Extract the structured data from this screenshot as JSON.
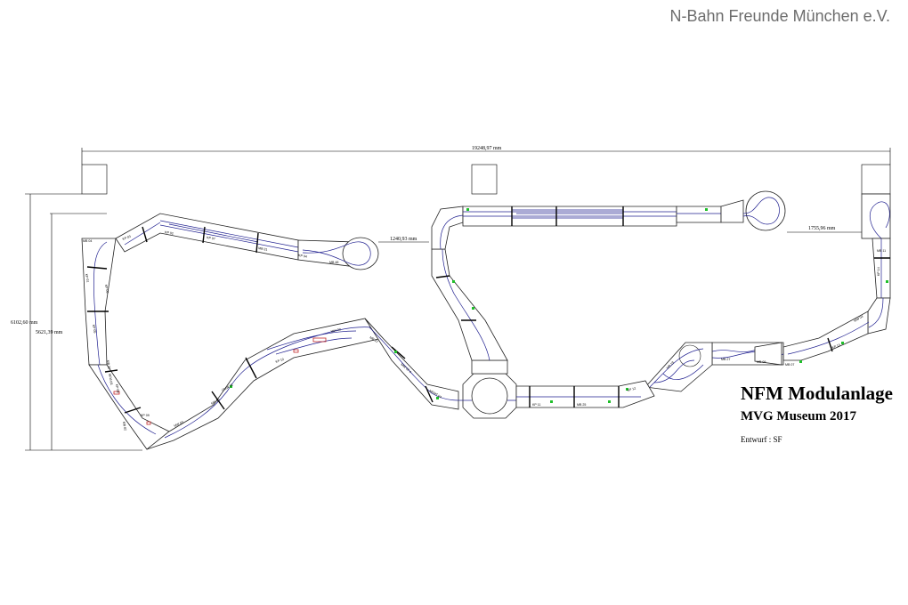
{
  "header": {
    "title": "N-Bahn Freunde München e.V."
  },
  "plan": {
    "title": "NFM Modulanlage",
    "subtitle": "MVG Museum 2017",
    "credit": "Entwurf :  SF"
  },
  "dimensions": {
    "overall_width": "19248,97 mm",
    "outer_height": "6102,60 mm",
    "inner_height": "5621,39 mm",
    "gap_left": "1240,93 mm",
    "gap_right": "1755,96 mm"
  },
  "module_labels": [
    "MB 04",
    "KP 03",
    "KP 02",
    "KP 07",
    "MB 31",
    "KP 04",
    "MB 48",
    "KP 01",
    "KP 06",
    "KP 05",
    "MB 32",
    "NFM 03",
    "KP 08",
    "MB 02",
    "KP 09",
    "MW 03",
    "MB 10",
    "ÜMW 02",
    "KP 10",
    "MW 02",
    "MB 22",
    "MW 02 a",
    "MFMT 04",
    "KP 11",
    "MB 25",
    "KP 12",
    "MB 19",
    "MB 27",
    "MB 09",
    "MB 07",
    "KP 13",
    "MB 11",
    "KP 14",
    "MW 04"
  ],
  "colors": {
    "track": "#1f1f8f",
    "signal_green": "#1fbf2a",
    "building_red": "#c0282a",
    "header_text": "#6d6d6d"
  }
}
